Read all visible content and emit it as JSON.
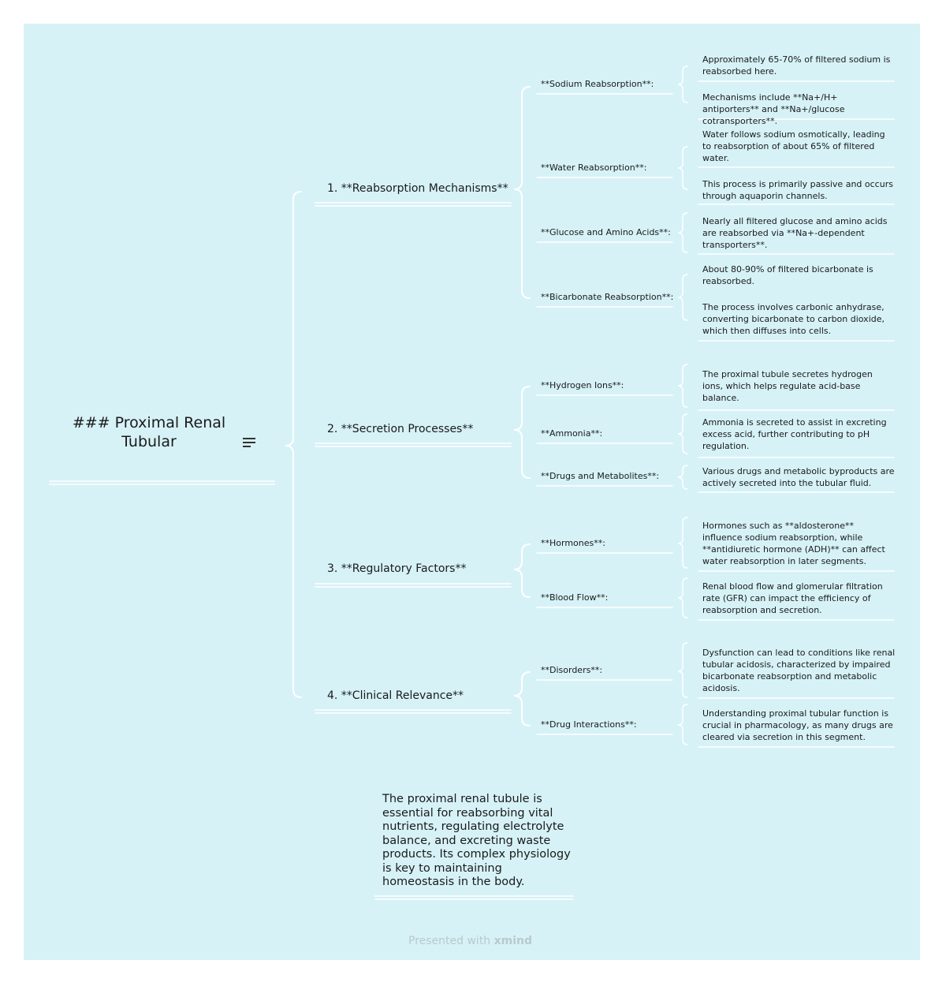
{
  "root": {
    "title": "### Proximal Renal Tubular"
  },
  "branches": [
    {
      "label": "1. **Reabsorption Mechanisms**",
      "subs": [
        {
          "label": "**Sodium Reabsorption**:",
          "leaves": [
            "Approximately 65-70% of filtered sodium is reabsorbed here.",
            "Mechanisms include **Na+/H+ antiporters** and **Na+/glucose cotransporters**."
          ]
        },
        {
          "label": "**Water Reabsorption**:",
          "leaves": [
            "Water follows sodium osmotically, leading to reabsorption of about 65% of filtered water.",
            "This process is primarily passive and occurs through aquaporin channels."
          ]
        },
        {
          "label": "**Glucose and Amino Acids**:",
          "leaves": [
            "Nearly all filtered glucose and amino acids are reabsorbed via **Na+-dependent transporters**."
          ]
        },
        {
          "label": "**Bicarbonate Reabsorption**:",
          "leaves": [
            "About 80-90% of filtered bicarbonate is reabsorbed.",
            "The process involves carbonic anhydrase, converting bicarbonate to carbon dioxide, which then diffuses into cells."
          ]
        }
      ]
    },
    {
      "label": "2. **Secretion Processes**",
      "subs": [
        {
          "label": "**Hydrogen Ions**:",
          "leaves": [
            "The proximal tubule secretes hydrogen ions, which helps regulate acid-base balance."
          ]
        },
        {
          "label": "**Ammonia**:",
          "leaves": [
            "Ammonia is secreted to assist in excreting excess acid, further contributing to pH regulation."
          ]
        },
        {
          "label": "**Drugs and Metabolites**:",
          "leaves": [
            "Various drugs and metabolic byproducts are actively secreted into the tubular fluid."
          ]
        }
      ]
    },
    {
      "label": "3. **Regulatory Factors**",
      "subs": [
        {
          "label": "**Hormones**:",
          "leaves": [
            "Hormones such as **aldosterone** influence sodium reabsorption, while **antidiuretic hormone (ADH)** can affect water reabsorption in later segments."
          ]
        },
        {
          "label": "**Blood Flow**:",
          "leaves": [
            "Renal blood flow and glomerular filtration rate (GFR) can impact the efficiency of reabsorption and secretion."
          ]
        }
      ]
    },
    {
      "label": "4. **Clinical Relevance**",
      "subs": [
        {
          "label": "**Disorders**:",
          "leaves": [
            "Dysfunction can lead to conditions like renal tubular acidosis, characterized by impaired bicarbonate reabsorption and metabolic acidosis."
          ]
        },
        {
          "label": "**Drug Interactions**:",
          "leaves": [
            "Understanding proximal tubular function is crucial in pharmacology, as many drugs are cleared via secretion in this segment."
          ]
        }
      ]
    }
  ],
  "summary": "The proximal renal tubule is essential for reabsorbing vital nutrients, regulating electrolyte balance, and excreting waste products. Its complex physiology is key to maintaining homeostasis in the body.",
  "footer": {
    "prefix": "Presented with",
    "brand": "xmind"
  },
  "icons": {
    "root_menu": "menu-lines-icon"
  },
  "colors": {
    "background": "#d6f2f7",
    "lines": "#ffffff",
    "text": "#1a1a1a"
  }
}
